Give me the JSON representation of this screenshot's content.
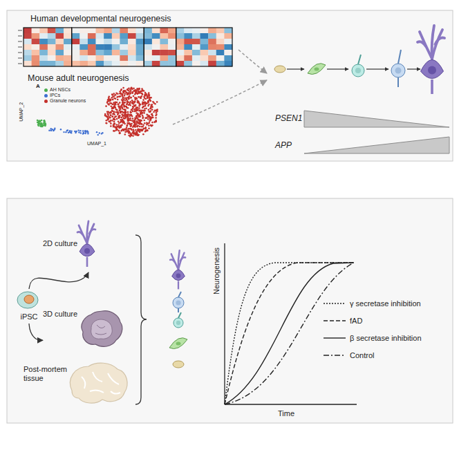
{
  "diagram": {
    "nodes": [
      {
        "text": [
          "Human developmental neurogenesis"
        ]
      },
      {
        "text": [
          "Mouse adult neurogenesis"
        ]
      },
      {
        "text": [
          "iPSC"
        ]
      },
      {
        "text": [
          "2D culture"
        ]
      },
      {
        "text": [
          "3D culture"
        ]
      },
      {
        "text": [
          "Post-mortem tissue"
        ]
      }
    ],
    "edges": [
      {
        "from": 2,
        "to": 3,
        "arrow": "to"
      },
      {
        "from": 2,
        "to": 4,
        "arrow": "to"
      }
    ],
    "labels": [
      "A",
      "UMAP_2",
      "UMAP_1",
      "PSEN1",
      "APP",
      "Neurogenesis",
      "Time"
    ],
    "legend": [
      {
        "text": "AH NSCs",
        "color": "#4caf50"
      },
      {
        "text": "IPCs",
        "color": "#3f6fd1"
      },
      {
        "text": "Granule neurons",
        "color": "#c4302b"
      },
      {
        "text": "γ secretase inhibition"
      },
      {
        "text": "fAD"
      },
      {
        "text": "β secretase inhibition"
      },
      {
        "text": "Control"
      }
    ]
  }
}
